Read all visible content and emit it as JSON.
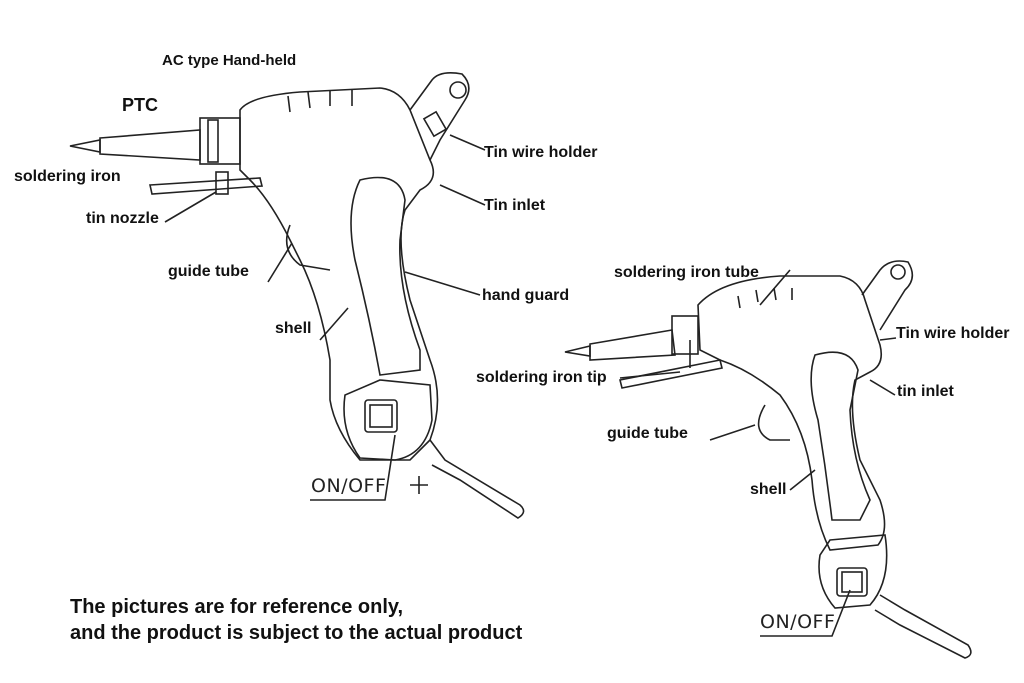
{
  "left_gun": {
    "title": "AC type Hand-held",
    "labels": {
      "ptc": "PTC",
      "soldering_iron": "soldering iron",
      "tin_nozzle": "tin nozzle",
      "guide_tube": "guide tube",
      "shell": "shell",
      "tin_wire_holder": "Tin wire holder",
      "tin_inlet": "Tin inlet",
      "hand_guard": "hand guard",
      "switch": "ON/OFF"
    }
  },
  "right_gun": {
    "labels": {
      "soldering_iron_tube": "soldering iron tube",
      "tin_wire_holder": "Tin wire holder",
      "tin_inlet": "tin inlet",
      "soldering_iron_tip": "soldering iron tip",
      "guide_tube": "guide tube",
      "shell": "shell",
      "switch": "ON/OFF"
    }
  },
  "note": {
    "line1": "The pictures are for reference only,",
    "line2": "and the product is subject to the  actual product"
  }
}
